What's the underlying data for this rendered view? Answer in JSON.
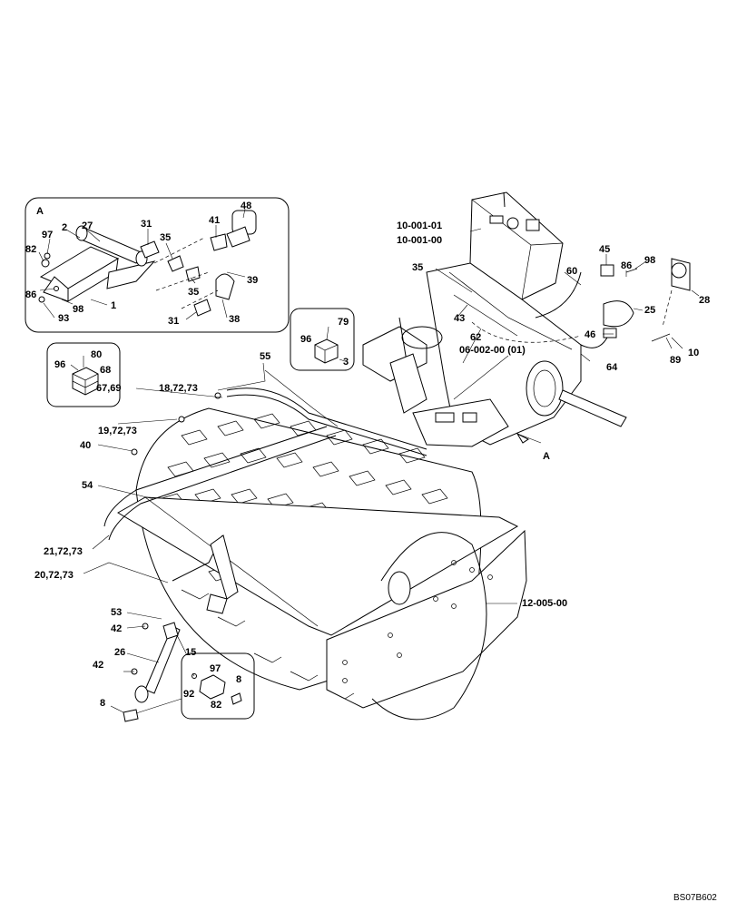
{
  "callouts": {
    "a_detail": "A",
    "c2": "2",
    "c27": "27",
    "c31a": "31",
    "c35a": "35",
    "c41": "41",
    "c48": "48",
    "c97a": "97",
    "c82a": "82",
    "c86a": "86",
    "c98a": "98",
    "c1": "1",
    "c93": "93",
    "c35b": "35",
    "c39": "39",
    "c31b": "31",
    "c38": "38",
    "c96a": "96",
    "c79": "79",
    "c3": "3",
    "c96b": "96",
    "c80": "80",
    "c68": "68",
    "c6769": "67,69",
    "c55": "55",
    "c187273": "18,72,73",
    "c197273": "19,72,73",
    "c40": "40",
    "c54": "54",
    "c217273": "21,72,73",
    "c207273": "20,72,73",
    "c53": "53",
    "c42a": "42",
    "c26": "26",
    "c15": "15",
    "c42b": "42",
    "c8a": "8",
    "c97b": "97",
    "c8b": "8",
    "c92": "92",
    "c82b": "82",
    "c35c": "35",
    "c43": "43",
    "c62": "62",
    "c0600200": "06-002-00 (01)",
    "c1000101": "10-001-01",
    "c1000100": "10-001-00",
    "c45": "45",
    "c86b": "86",
    "c98b": "98",
    "c60": "60",
    "c28": "28",
    "c25": "25",
    "c46": "46",
    "c64": "64",
    "c89": "89",
    "c10": "10",
    "a_arrow": "A",
    "c1200500": "12-005-00"
  },
  "footer_code": "BS07B602"
}
